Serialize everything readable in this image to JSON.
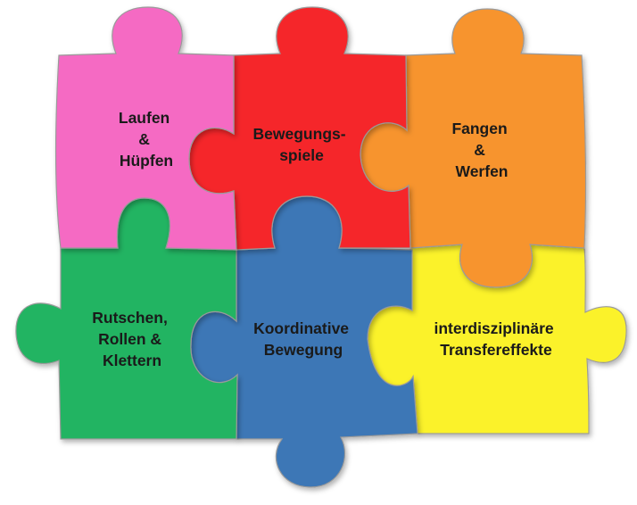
{
  "pieces": [
    {
      "lines": [
        "Laufen",
        "&",
        "Hüpfen"
      ],
      "color": "#f56bc3"
    },
    {
      "lines": [
        "Bewegungs-",
        "spiele"
      ],
      "color": "#f5262b"
    },
    {
      "lines": [
        "Fangen",
        "&",
        "Werfen"
      ],
      "color": "#f7942f"
    },
    {
      "lines": [
        "Rutschen,",
        "Rollen &",
        "Klettern"
      ],
      "color": "#21b462"
    },
    {
      "lines": [
        "Koordinative",
        "Bewegung"
      ],
      "color": "#3d77b6"
    },
    {
      "lines": [
        "interdisziplinäre",
        "Transfereffekte"
      ],
      "color": "#fbf22c"
    }
  ]
}
